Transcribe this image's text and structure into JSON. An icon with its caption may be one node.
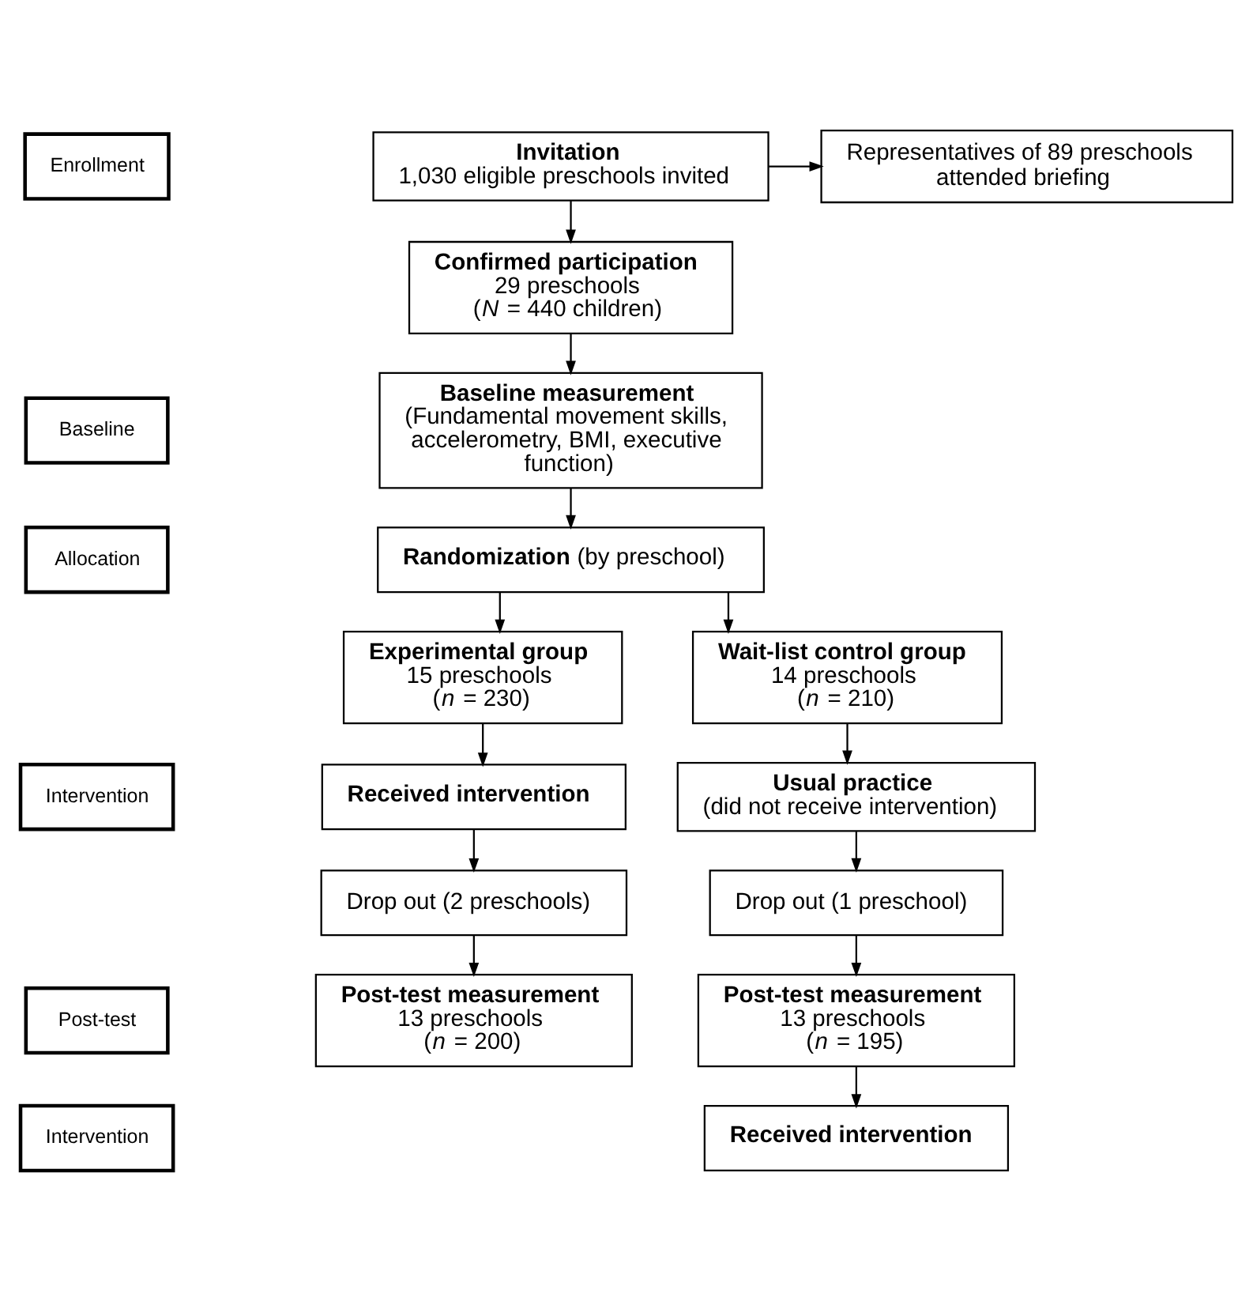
{
  "diagram": {
    "nodes": [
      {
        "text": [
          "Enrollment"
        ]
      },
      {
        "text": [
          "Invitation",
          "1,030 eligible preschools invited"
        ]
      },
      {
        "text": [
          "Representatives of 89 preschools attended briefing"
        ]
      },
      {
        "text": [
          "Confirmed participation",
          "29 preschools",
          "(*N* = 440 children)"
        ]
      },
      {
        "text": [
          "Baseline"
        ]
      },
      {
        "text": [
          "Baseline measurement",
          "(Fundamental movement skills, accelerometry, BMI, executive function)"
        ]
      },
      {
        "text": [
          "Allocation"
        ]
      },
      {
        "text": [
          "**Randomization** (by preschool)"
        ]
      },
      {
        "text": [
          "Experimental group",
          "15 preschools",
          "(*n* = 230)"
        ]
      },
      {
        "text": [
          "Wait-list control group",
          "14 preschools",
          "(*n* = 210)"
        ]
      },
      {
        "text": [
          "Intervention"
        ]
      },
      {
        "text": [
          "Received intervention"
        ]
      },
      {
        "text": [
          "Usual practice",
          "(did not receive intervention)"
        ]
      },
      {
        "text": [
          "Drop out (2 preschools)"
        ]
      },
      {
        "text": [
          "Drop out (1 preschool)"
        ]
      },
      {
        "text": [
          "Post-test"
        ]
      },
      {
        "text": [
          "Post-test measurement",
          "13 preschools",
          "(*n* = 200)"
        ]
      },
      {
        "text": [
          "Post-test measurement",
          "13 preschools",
          "(*n* = 195)"
        ]
      },
      {
        "text": [
          "Intervention"
        ]
      },
      {
        "text": [
          "Received intervention"
        ]
      }
    ],
    "edges": [
      {
        "from": 1,
        "to": 3,
        "arrow": "to"
      },
      {
        "from": 1,
        "to": 2,
        "arrow": "to"
      },
      {
        "from": 3,
        "to": 5,
        "arrow": "to"
      },
      {
        "from": 5,
        "to": 7,
        "arrow": "to"
      },
      {
        "from": 7,
        "to": 8,
        "arrow": "to"
      },
      {
        "from": 7,
        "to": 9,
        "arrow": "to"
      },
      {
        "from": 8,
        "to": 11,
        "arrow": "to"
      },
      {
        "from": 11,
        "to": 13,
        "arrow": "to"
      },
      {
        "from": 13,
        "to": 16,
        "arrow": "to"
      },
      {
        "from": 9,
        "to": 12,
        "arrow": "to"
      },
      {
        "from": 12,
        "to": 14,
        "arrow": "to"
      },
      {
        "from": 14,
        "to": 17,
        "arrow": "to"
      },
      {
        "from": 17,
        "to": 19,
        "arrow": "to"
      }
    ]
  }
}
